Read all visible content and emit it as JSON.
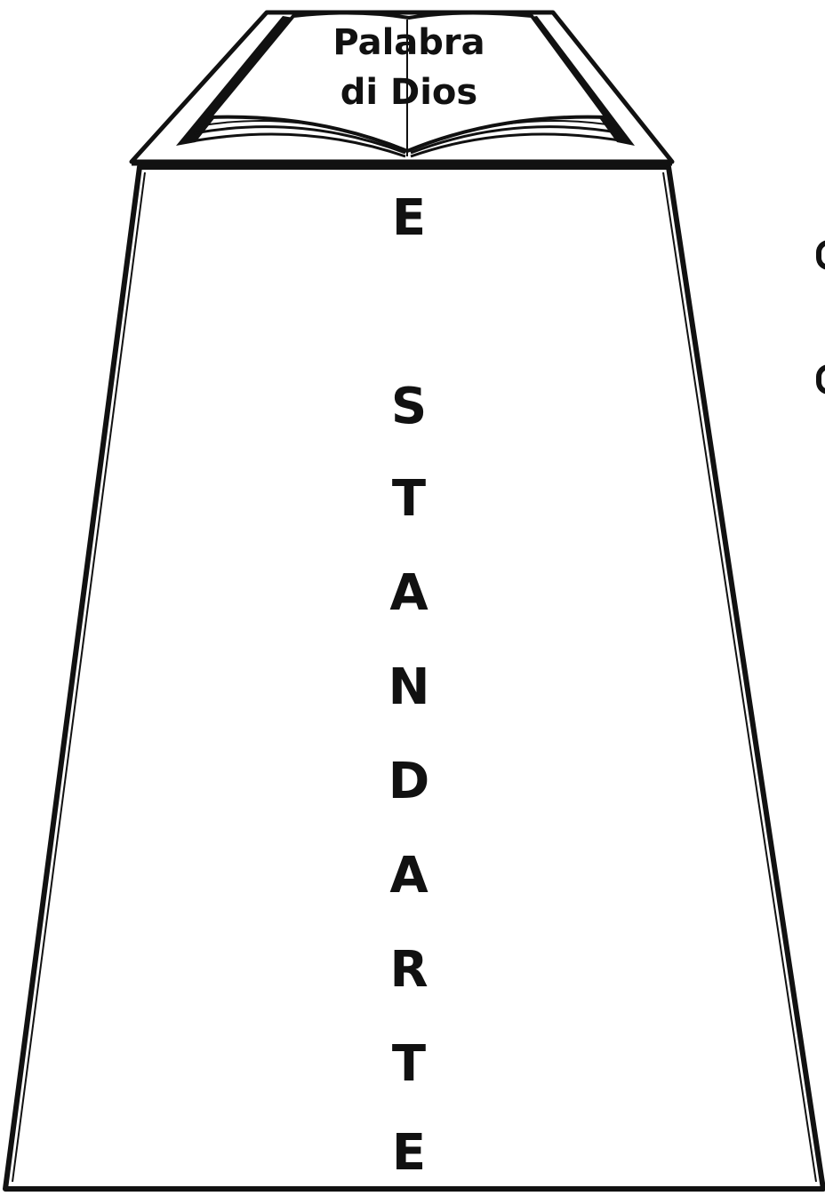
{
  "book": {
    "title_line1": "Palabra",
    "title_line2": "di Dios"
  },
  "pillar": {
    "letters": [
      "E",
      "S",
      "T",
      "A",
      "N",
      "D",
      "A",
      "R",
      "T",
      "E"
    ]
  }
}
